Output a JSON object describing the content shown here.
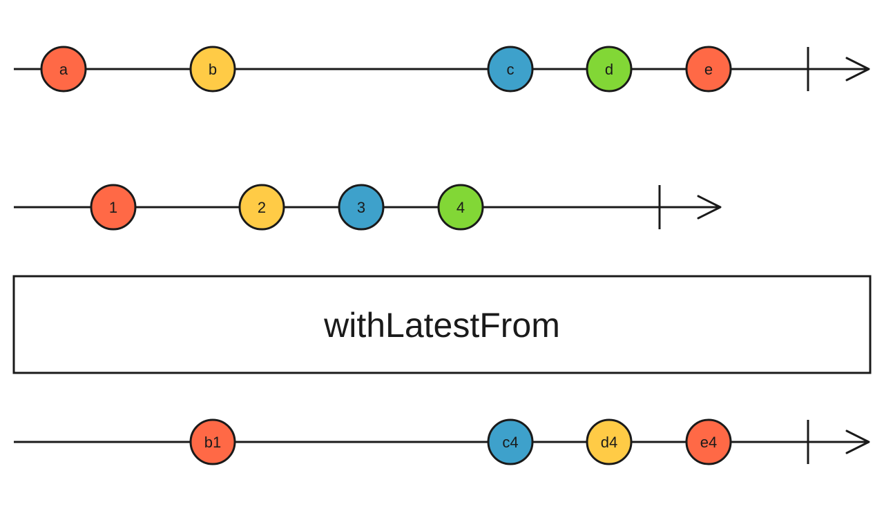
{
  "colors": {
    "red": "#ff6946",
    "yellow": "#ffcb46",
    "blue": "#3ea1cb",
    "green": "#82d736",
    "line": "#1a1a1a"
  },
  "operator": {
    "name": "withLatestFrom"
  },
  "source_stream": {
    "marbles": [
      {
        "label": "a",
        "color": "red"
      },
      {
        "label": "b",
        "color": "yellow"
      },
      {
        "label": "c",
        "color": "blue"
      },
      {
        "label": "d",
        "color": "green"
      },
      {
        "label": "e",
        "color": "red"
      }
    ],
    "completed": true
  },
  "other_stream": {
    "marbles": [
      {
        "label": "1",
        "color": "red"
      },
      {
        "label": "2",
        "color": "yellow"
      },
      {
        "label": "3",
        "color": "blue"
      },
      {
        "label": "4",
        "color": "green"
      }
    ],
    "completed": true
  },
  "result_stream": {
    "marbles": [
      {
        "label": "b1",
        "color": "red"
      },
      {
        "label": "c4",
        "color": "blue"
      },
      {
        "label": "d4",
        "color": "yellow"
      },
      {
        "label": "e4",
        "color": "red"
      }
    ],
    "completed": true
  }
}
